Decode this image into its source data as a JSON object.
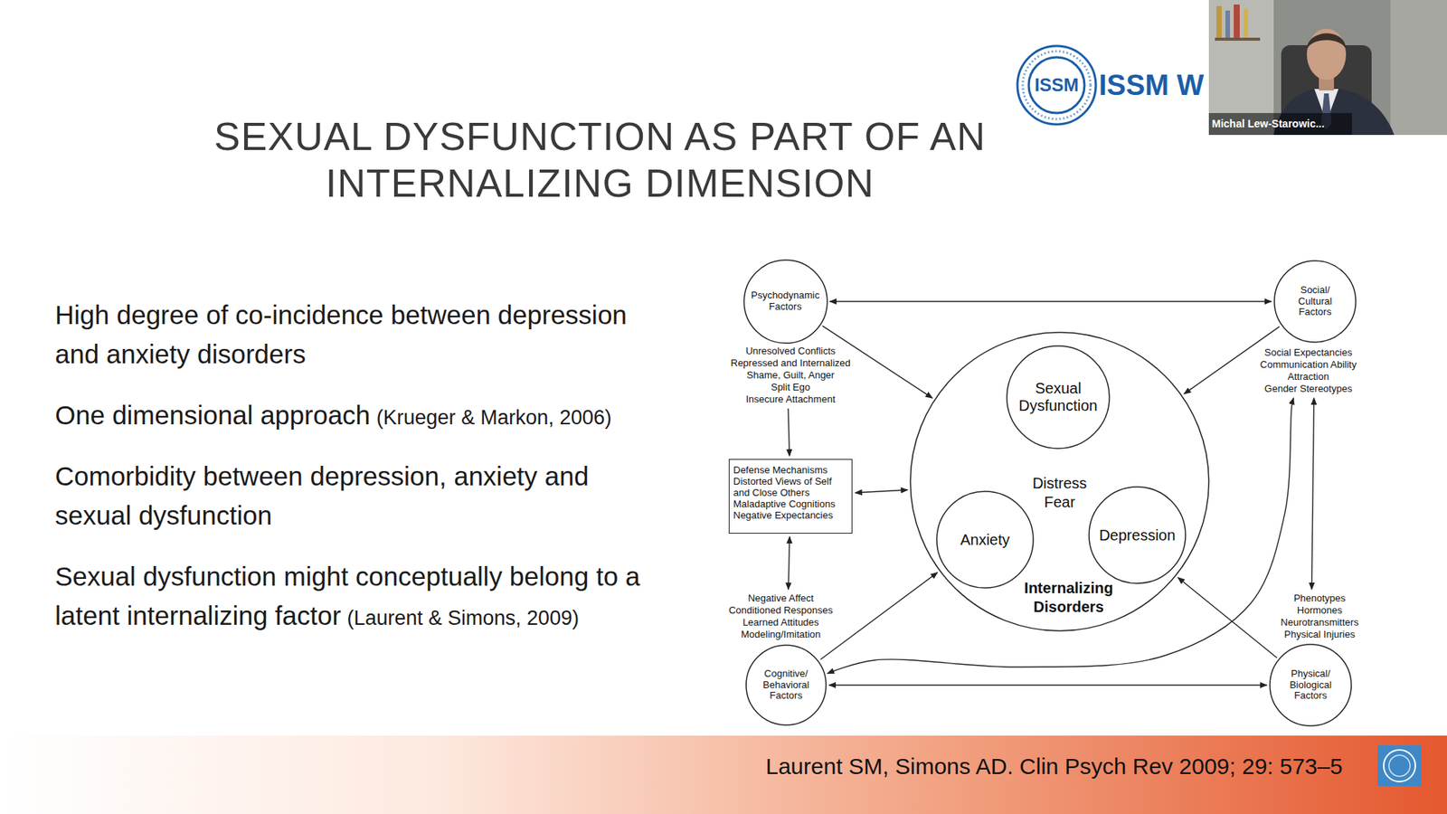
{
  "diagram": {
    "title": "SEXUAL DYSFUNCTION AS PART OF AN INTERNALIZING DIMENSION",
    "caption": "Laurent SM, Simons AD. Clin Psych Rev 2009; 29: 573–5",
    "nodes": [
      {
        "text": [
          "Psychodynamic Factors",
          "Unresolved Conflicts",
          "Repressed and Internalized",
          "Shame, Guilt, Anger",
          "Split Ego",
          "Insecure Attachment"
        ]
      },
      {
        "text": [
          "Social/ Cultural Factors",
          "Social Expectancies",
          "Communication Ability",
          "Attraction",
          "Gender Stereotypes"
        ]
      },
      {
        "text": [
          "Distress Fear",
          "Internalizing Disorders"
        ]
      },
      {
        "text": [
          "Sexual Dysfunction"
        ],
        "in": 2
      },
      {
        "text": [
          "Anxiety"
        ],
        "in": 2
      },
      {
        "text": [
          "Depression"
        ],
        "in": 2
      },
      {
        "text": [
          "Defense Mechanisms Distorted Views of Self and Close Others Maladaptive Cognitions Negative Expectancies"
        ]
      },
      {
        "text": [
          "Negative Affect",
          "Conditioned Responses",
          "Learned Attitudes",
          "Modeling/Imitation",
          "Cognitive/ Behavioral Factors"
        ]
      },
      {
        "text": [
          "Phenotypes",
          "Hormones",
          "Neurotransmitters",
          "Physical Injuries",
          "Physical/ Biological Factors"
        ]
      }
    ],
    "edges": [
      {
        "from": 0,
        "to": 1,
        "arrow": "both"
      },
      {
        "from": 0,
        "to": 2,
        "arrow": "to"
      },
      {
        "from": 1,
        "to": 2,
        "arrow": "to"
      },
      {
        "from": 0,
        "to": 6,
        "arrow": "to"
      },
      {
        "from": 6,
        "to": 2,
        "arrow": "both"
      },
      {
        "from": 3,
        "to": 4,
        "arrow": "both"
      },
      {
        "from": 3,
        "to": 5,
        "arrow": "both"
      },
      {
        "from": 4,
        "to": 5,
        "arrow": "both"
      },
      {
        "from": 6,
        "to": 7,
        "arrow": "both"
      },
      {
        "from": 7,
        "to": 2,
        "arrow": "to"
      },
      {
        "from": 8,
        "to": 2,
        "arrow": "to"
      },
      {
        "from": 7,
        "to": 8,
        "arrow": "both"
      },
      {
        "from": 1,
        "to": 7,
        "arrow": "both"
      },
      {
        "from": 1,
        "to": 8,
        "arrow": "both"
      }
    ],
    "labels": [
      "High degree of co-incidence between depression and anxiety disorders",
      "One dimensional approach",
      "(Krueger & Markon, 2006)",
      "Comorbidity between depression, anxiety and sexual dysfunction",
      "Sexual dysfunction might conceptually belong to a latent internalizing factor",
      "(Laurent & Simons, 2009)",
      "ISSM",
      "ISSM W",
      "Michal Lew-Starowic..."
    ]
  }
}
